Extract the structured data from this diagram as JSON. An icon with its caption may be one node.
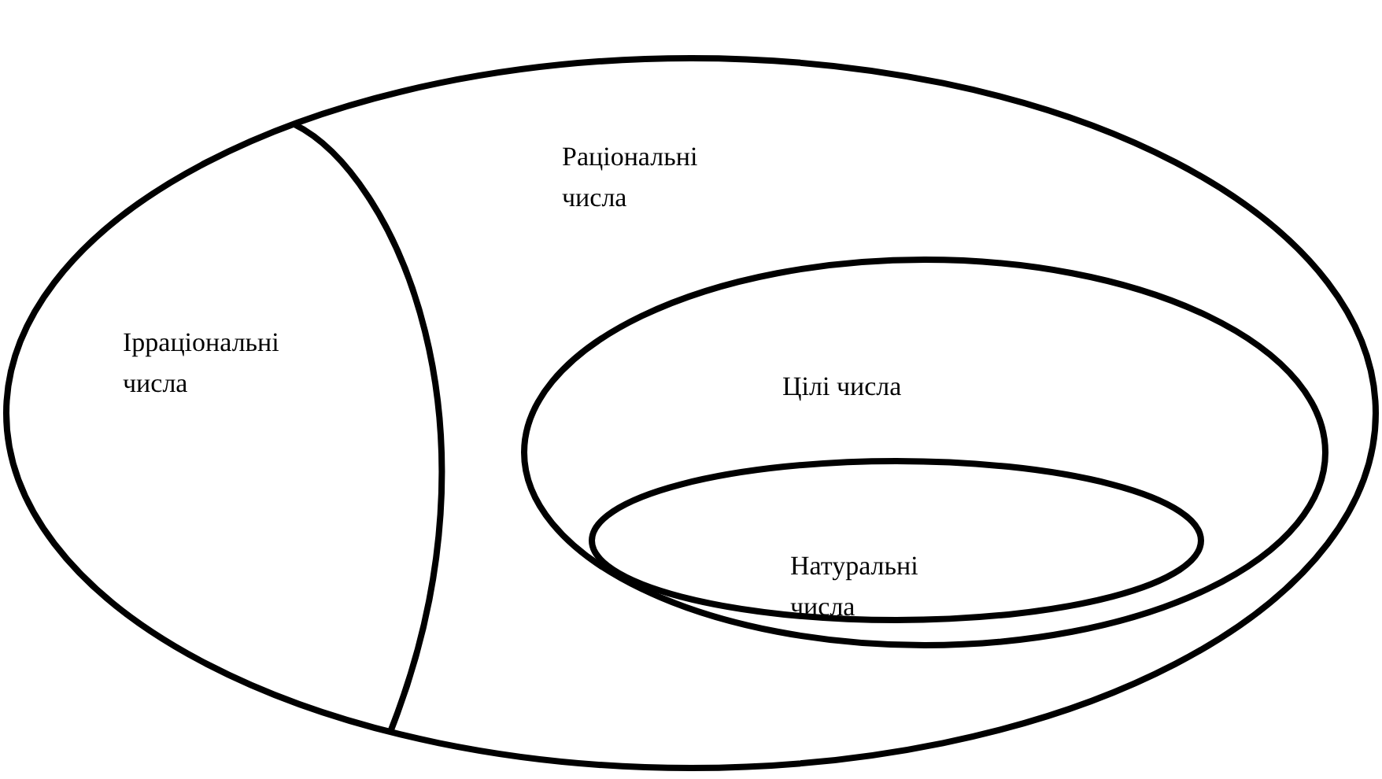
{
  "diagram": {
    "nodes": [
      {
        "text": [],
        "shape": "ellipse"
      },
      {
        "text": [
          "Ірраціональні числа"
        ],
        "in": 0
      },
      {
        "text": [
          "Раціональні числа"
        ],
        "in": 0
      },
      {
        "text": [
          "Цілі числа"
        ],
        "in": 2
      },
      {
        "text": [
          "Натуральні числа"
        ],
        "in": 3
      }
    ]
  }
}
